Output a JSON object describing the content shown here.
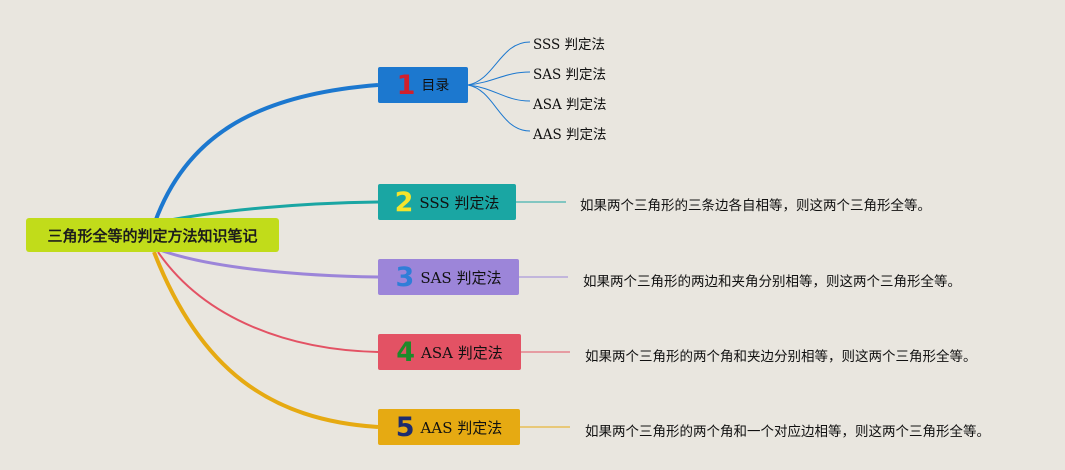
{
  "root": {
    "title": "三角形全等的判定方法知识笔记",
    "color": "#c1dc1a"
  },
  "branches": [
    {
      "num": "1",
      "label": "目录",
      "color": "#1c78cf",
      "num_color": "#d0202c",
      "desc": ""
    },
    {
      "num": "2",
      "label": "SSS 判定法",
      "color": "#1aa6a3",
      "num_color": "#f5e42c",
      "desc": "如果两个三角形的三条边各自相等，则这两个三角形全等。"
    },
    {
      "num": "3",
      "label": "SAS 判定法",
      "color": "#9c85d9",
      "num_color": "#2f7ed8",
      "desc": "如果两个三角形的两边和夹角分别相等，则这两个三角形全等。"
    },
    {
      "num": "4",
      "label": "ASA 判定法",
      "color": "#e35264",
      "num_color": "#1e8a2a",
      "desc": "如果两个三角形的两个角和夹边分别相等，则这两个三角形全等。"
    },
    {
      "num": "5",
      "label": "AAS 判定法",
      "color": "#e6aa12",
      "num_color": "#1d2c6e",
      "desc": "如果两个三角形的两个角和一个对应边相等，则这两个三角形全等。"
    }
  ],
  "toc": [
    "SSS 判定法",
    "SAS 判定法",
    "ASA 判定法",
    "AAS 判定法"
  ]
}
